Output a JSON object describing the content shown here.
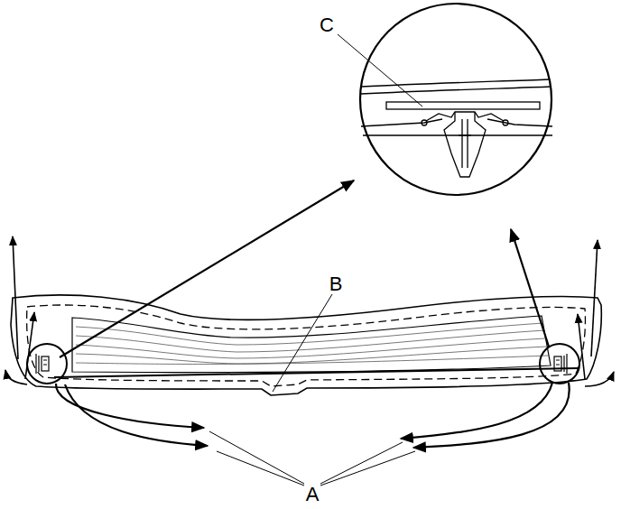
{
  "diagram": {
    "labels": [
      "A",
      "B",
      "C"
    ]
  }
}
